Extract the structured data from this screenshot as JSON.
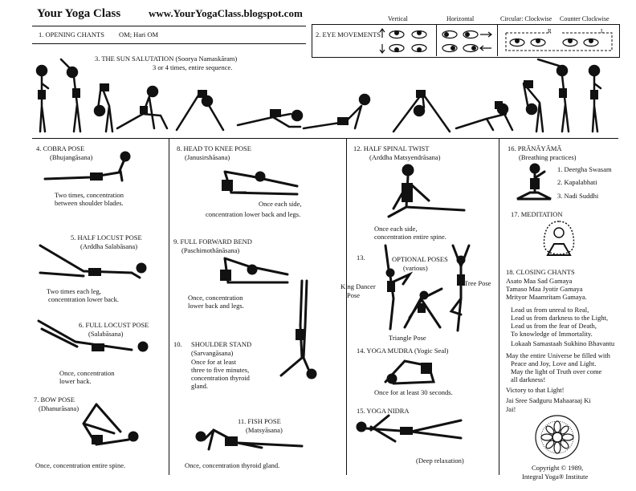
{
  "header": {
    "title": "Your Yoga Class",
    "url": "www.YourYogaClass.blogspot.com"
  },
  "eye_movements": {
    "label": "2. EYE MOVEMENTS",
    "vertical": "Vertical",
    "horizontal": "Horizontal",
    "circular": "Circular: Clockwise",
    "counter": "Counter Clockwise",
    "r": "R",
    "l": "L"
  },
  "opening": {
    "label": "1. OPENING CHANTS",
    "chant": "OM; Hari OM"
  },
  "sun": {
    "title": "3. THE SUN SALUTATION (Soorya Namaskāram)",
    "note": "3 or 4 times, entire sequence."
  },
  "cobra": {
    "title": "4. COBRA POSE",
    "sanskrit": "(Bhujangāsana)",
    "note1": "Two times, concentration",
    "note2": "between shoulder blades."
  },
  "half_locust": {
    "title": "5. HALF LOCUST POSE",
    "sanskrit": "(Arddha Salabāsana)",
    "note1": "Two times each leg,",
    "note2": "concentration lower back."
  },
  "full_locust": {
    "title": "6. FULL LOCUST POSE",
    "sanskrit": "(Salabāsana)",
    "note1": "Once, concentration",
    "note2": "lower back."
  },
  "bow": {
    "title": "7. BOW POSE",
    "sanskrit": "(Dhanurāsana)",
    "note": "Once, concentration entire spine."
  },
  "head_knee": {
    "title": "8. HEAD TO KNEE POSE",
    "sanskrit": "(Janusirshāsana)",
    "note1": "Once each side,",
    "note2": "concentration lower back and legs."
  },
  "forward": {
    "title": "9. FULL FORWARD BEND",
    "sanskrit": "(Paschimothānāsana)",
    "note1": "Once, concentration",
    "note2": "lower back and legs."
  },
  "shoulder": {
    "title": "SHOULDER STAND",
    "num": "10.",
    "sanskrit": "(Sarvangāsana)",
    "note1": "Once for at least",
    "note2": "three to five minutes,",
    "note3": "concentration thyroid",
    "note4": "gland."
  },
  "fish": {
    "title": "11. FISH POSE",
    "sanskrit": "(Matsyāsana)",
    "note": "Once, concentration thyroid gland."
  },
  "twist": {
    "title": "12. HALF SPINAL TWIST",
    "sanskrit": "(Arddha Matsyendrāsana)",
    "note1": "Once each side,",
    "note2": "concentration entire spine."
  },
  "optional": {
    "num": "13.",
    "title": "OPTIONAL POSES",
    "sub": "(various)",
    "king1": "King Dancer",
    "king2": "Pose",
    "tree": "Tree Pose",
    "triangle": "Triangle Pose"
  },
  "mudra": {
    "title": "14. YOGA MUDRA (Yogic Seal)",
    "note": "Once for at least 30 seconds."
  },
  "nidra": {
    "title": "15. YOGA NIDRA",
    "note": "(Deep relaxation)"
  },
  "pranayama": {
    "title": "16. PRĀNĀYĀMĀ",
    "sub": "(Breathing practices)",
    "items": [
      "1. Deergha Swasam",
      "2. Kapalabhati",
      "3. Nadi Suddhi"
    ]
  },
  "meditation": {
    "title": "17. MEDITATION"
  },
  "closing": {
    "title": "18. CLOSING CHANTS",
    "chant": [
      "Asato Maa Sad Gamaya",
      "Tamaso Maa Jyotir Gamaya",
      "Mrityor Maamritam Gamaya."
    ],
    "english": [
      "Lead us from unreal to Real,",
      "Lead us from darkness to the Light,",
      "Lead us from the fear of Death,",
      "To knowledge of Immortality."
    ],
    "lokah": "Lokaah Samastaah Sukhino Bhavantu",
    "may": [
      "May the entire Universe be filled with",
      "Peace and Joy, Love and Light.",
      "May the light of Truth over come",
      "all darkness!"
    ],
    "victory": "Victory to that Light!",
    "jai1": "Jai Sree Sadguru Mahaaraaj Ki",
    "jai2": "Jai!"
  },
  "copyright": {
    "line1": "Copyright © 1989,",
    "line2": "Integral Yoga® Institute"
  }
}
